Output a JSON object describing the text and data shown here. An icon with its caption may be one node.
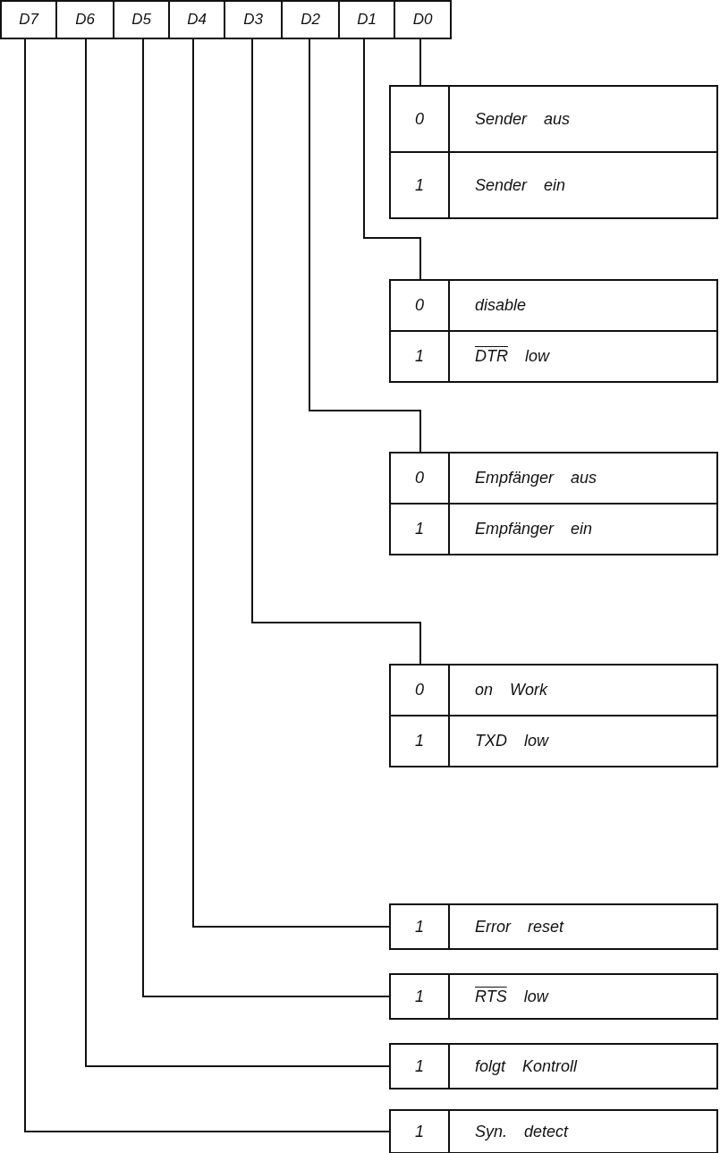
{
  "diagram": {
    "nodes": [
      {
        "text": [
          "D7"
        ]
      },
      {
        "text": [
          "D6"
        ]
      },
      {
        "text": [
          "D5"
        ]
      },
      {
        "text": [
          "D4"
        ]
      },
      {
        "text": [
          "D3"
        ]
      },
      {
        "text": [
          "D2"
        ]
      },
      {
        "text": [
          "D1"
        ]
      },
      {
        "text": [
          "D0"
        ]
      },
      {
        "text": [],
        "shape": "box"
      },
      {
        "text": [
          "0",
          "Sender aus"
        ],
        "in": 8
      },
      {
        "text": [
          "1",
          "Sender ein"
        ],
        "in": 8
      },
      {
        "text": [],
        "shape": "box"
      },
      {
        "text": [
          "0",
          "disable"
        ],
        "in": 11
      },
      {
        "text": [
          "1",
          "DTR low"
        ],
        "in": 11
      },
      {
        "text": [],
        "shape": "box"
      },
      {
        "text": [
          "0",
          "Empfänger aus"
        ],
        "in": 14
      },
      {
        "text": [
          "1",
          "Empfänger ein"
        ],
        "in": 14
      },
      {
        "text": [],
        "shape": "box"
      },
      {
        "text": [
          "0",
          "on Work"
        ],
        "in": 17
      },
      {
        "text": [
          "1",
          "TXD low"
        ],
        "in": 17
      },
      {
        "text": [
          "1",
          "Error reset"
        ]
      },
      {
        "text": [
          "1",
          "RTS low"
        ]
      },
      {
        "text": [
          "1",
          "folgt Kontroll"
        ]
      },
      {
        "text": [
          "1",
          "Syn. detect"
        ]
      }
    ],
    "edges": [
      {
        "from": 7,
        "to": 8,
        "arrow": "none"
      },
      {
        "from": 6,
        "to": 11,
        "arrow": "none"
      },
      {
        "from": 5,
        "to": 14,
        "arrow": "none"
      },
      {
        "from": 4,
        "to": 17,
        "arrow": "none"
      },
      {
        "from": 3,
        "to": 20,
        "arrow": "none"
      },
      {
        "from": 2,
        "to": 21,
        "arrow": "none"
      },
      {
        "from": 1,
        "to": 22,
        "arrow": "none"
      },
      {
        "from": 0,
        "to": 23,
        "arrow": "none"
      }
    ]
  }
}
